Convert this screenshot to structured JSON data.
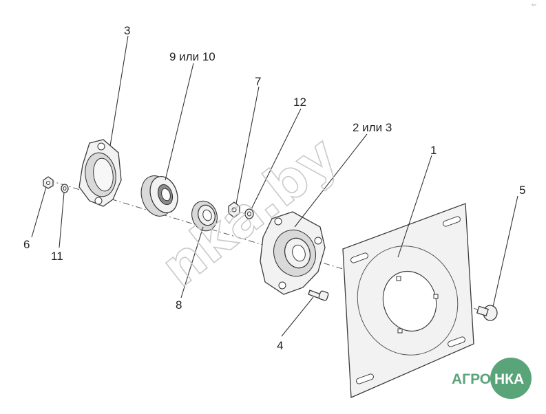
{
  "corner_mark": "ᵈᵒᵒ",
  "watermark": "nka.by",
  "logo": {
    "left_text": "АГРО",
    "right_text": "НКА"
  },
  "callouts": {
    "c1": "1",
    "c2": "2 или 3",
    "c3": "3",
    "c4": "4",
    "c5": "5",
    "c6": "6",
    "c7": "7",
    "c8": "8",
    "c9": "9 или 10",
    "c11": "11",
    "c12": "12"
  }
}
